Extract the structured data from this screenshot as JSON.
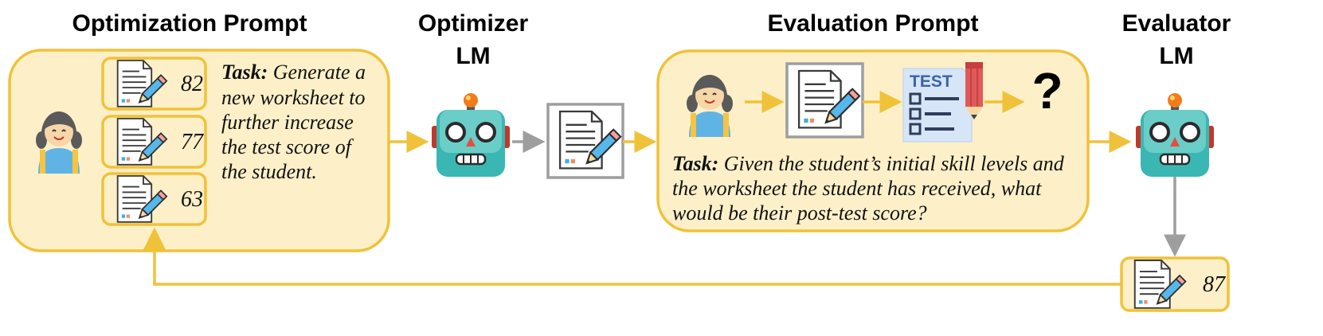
{
  "headings": {
    "optimization_prompt": "Optimization Prompt",
    "optimizer_line1": "Optimizer",
    "optimizer_line2": "LM",
    "evaluation_prompt": "Evaluation Prompt",
    "evaluator_line1": "Evaluator",
    "evaluator_line2": "LM"
  },
  "optimization": {
    "scores": [
      "82",
      "77",
      "63"
    ],
    "task_label": "Task:",
    "task_lines": [
      " Generate a",
      "new worksheet to",
      "further increase",
      "the test score of",
      "the student."
    ]
  },
  "evaluation": {
    "test_label": "TEST",
    "unknown": "?",
    "task_label": "Task:",
    "task_lines": [
      " Given the student’s initial skill levels and",
      "the worksheet the student has received, what",
      "would be their post-test score?"
    ]
  },
  "result": {
    "score": "87"
  },
  "colors": {
    "panel_fill": "#fdf0c8",
    "panel_border": "#f0c23a",
    "arrow_yellow": "#f0c23a",
    "arrow_gray": "#9e9e9e",
    "robot_face": "#3bb7b3"
  },
  "icons": [
    "student-icon",
    "worksheet-icon",
    "robot-icon",
    "test-icon",
    "question-icon"
  ]
}
